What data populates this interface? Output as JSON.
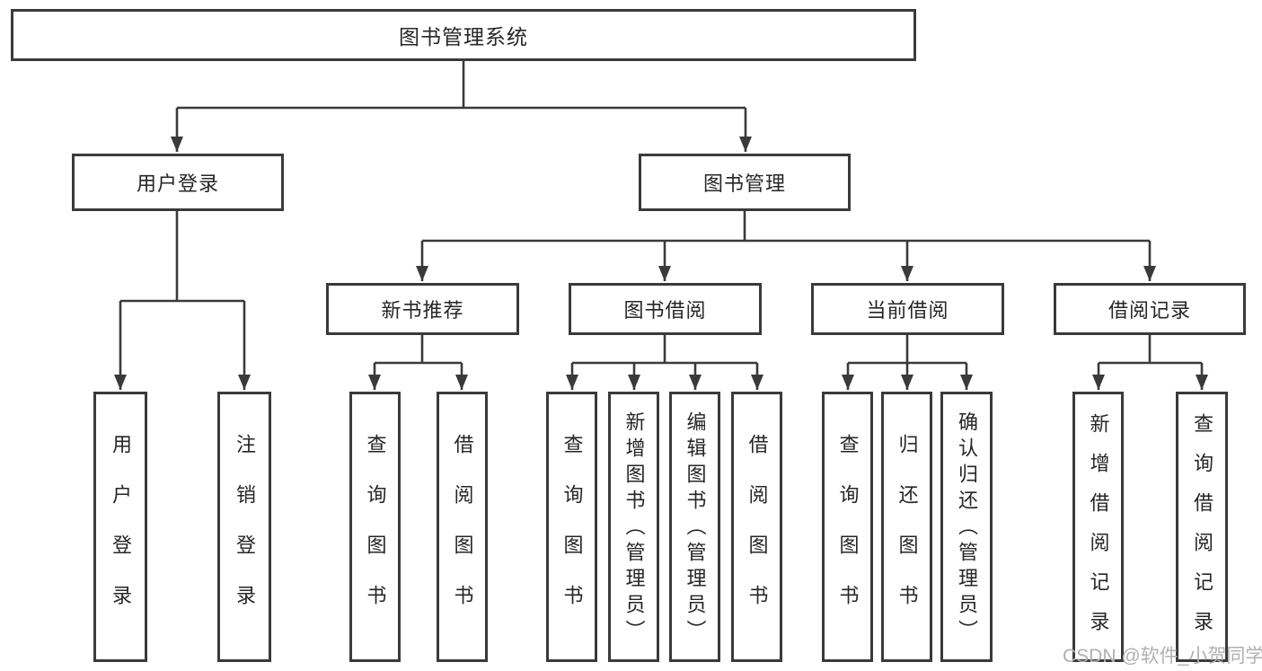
{
  "diagram": {
    "title": "图书管理系统",
    "watermark": "CSDN @软件_小贺同学",
    "colors": {
      "line": "#3a3a3a",
      "box_border": "#3a3a3a",
      "text": "#262626",
      "watermark": "#b0b0b3",
      "background": "#ffffff"
    },
    "nodes": {
      "root": {
        "label": "图书管理系统"
      },
      "user_login": {
        "label": "用户登录"
      },
      "book_mgmt": {
        "label": "图书管理"
      },
      "new_book_rec": {
        "label": "新书推荐"
      },
      "book_borrow": {
        "label": "图书借阅"
      },
      "current_borrow": {
        "label": "当前借阅"
      },
      "borrow_records": {
        "label": "借阅记录"
      },
      "leaf_user_login": {
        "label": "用户登录"
      },
      "leaf_logout": {
        "label": "注销登录"
      },
      "leaf_rec_query_book": {
        "label": "查询图书"
      },
      "leaf_rec_borrow_book": {
        "label": "借阅图书"
      },
      "leaf_bb_query_book": {
        "label": "查询图书"
      },
      "leaf_bb_add_book": {
        "label": "新增图书（管理员）"
      },
      "leaf_bb_edit_book": {
        "label": "编辑图书（管理员）"
      },
      "leaf_bb_borrow_book": {
        "label": "借阅图书"
      },
      "leaf_cb_query_book": {
        "label": "查询图书"
      },
      "leaf_cb_return_book": {
        "label": "归还图书"
      },
      "leaf_cb_confirm_return": {
        "label": "确认归还（管理员）"
      },
      "leaf_br_add_record": {
        "label": "新增借阅记录"
      },
      "leaf_br_query_record": {
        "label": "查询借阅记录"
      }
    },
    "hierarchy": {
      "root": [
        "user_login",
        "book_mgmt"
      ],
      "user_login": [
        "leaf_user_login",
        "leaf_logout"
      ],
      "book_mgmt": [
        "new_book_rec",
        "book_borrow",
        "current_borrow",
        "borrow_records"
      ],
      "new_book_rec": [
        "leaf_rec_query_book",
        "leaf_rec_borrow_book"
      ],
      "book_borrow": [
        "leaf_bb_query_book",
        "leaf_bb_add_book",
        "leaf_bb_edit_book",
        "leaf_bb_borrow_book"
      ],
      "current_borrow": [
        "leaf_cb_query_book",
        "leaf_cb_return_book",
        "leaf_cb_confirm_return"
      ],
      "borrow_records": [
        "leaf_br_add_record",
        "leaf_br_query_record"
      ]
    }
  }
}
